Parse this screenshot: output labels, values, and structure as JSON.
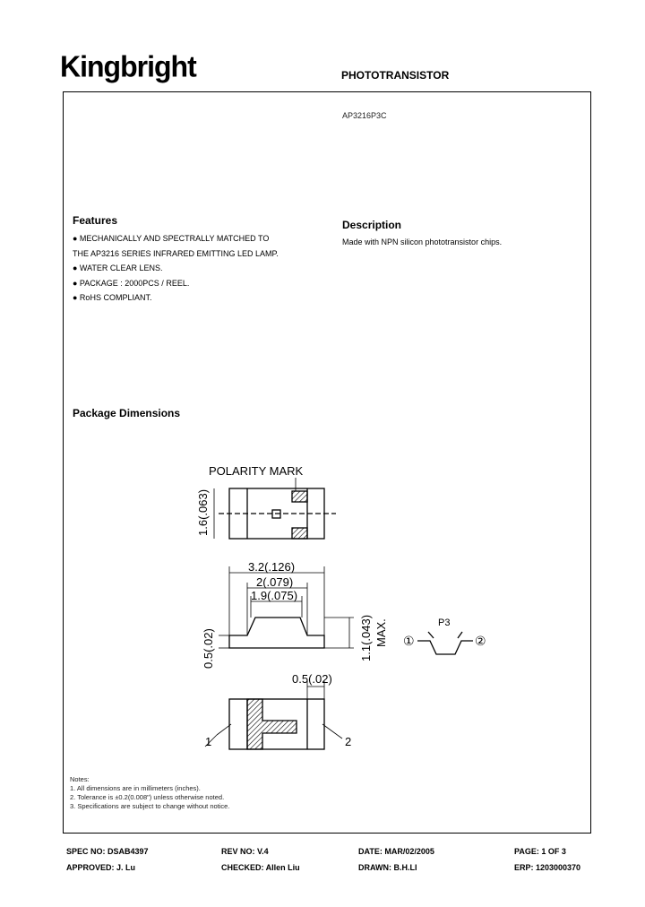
{
  "header": {
    "logo_text": "Kingbright",
    "doc_type": "PHOTOTRANSISTOR",
    "part_number": "AP3216P3C"
  },
  "features": {
    "title": "Features",
    "items": [
      "● MECHANICALLY AND SPECTRALLY MATCHED TO",
      "THE AP3216 SERIES INFRARED EMITTING LED LAMP.",
      "● WATER CLEAR LENS.",
      "● PACKAGE : 2000PCS / REEL.",
      "● RoHS COMPLIANT."
    ]
  },
  "description": {
    "title": "Description",
    "text": "Made with NPN silicon phototransistor chips."
  },
  "package": {
    "title": "Package Dimensions",
    "polarity_mark": "POLARITY  MARK",
    "dim_width": "1.6(.063)",
    "dim_length": "3.2(.126)",
    "dim_inner": "2(.079)",
    "dim_top": "1.9(.075)",
    "dim_base": "0.5(.02)",
    "dim_height": "1.1(.043)",
    "max_label": "MAX.",
    "dim_pad": "0.5(.02)",
    "pin1": "1",
    "pin2": "2",
    "symbol_label": "P3",
    "symbol_pin1": "①",
    "symbol_pin2": "②"
  },
  "notes": {
    "title": "Notes:",
    "lines": [
      "1. All dimensions are in millimeters (inches).",
      "2. Tolerance is ±0.2(0.008\") unless otherwise noted.",
      "3. Specifications are subject to change without notice."
    ]
  },
  "footer": {
    "spec_no": "SPEC NO: DSAB4397",
    "rev_no": "REV NO: V.4",
    "date": "DATE: MAR/02/2005",
    "page": "PAGE:   1 OF 3",
    "approved": "APPROVED: J. Lu",
    "checked": "CHECKED: Allen Liu",
    "drawn": "DRAWN: B.H.LI",
    "erp": "ERP: 1203000370"
  }
}
